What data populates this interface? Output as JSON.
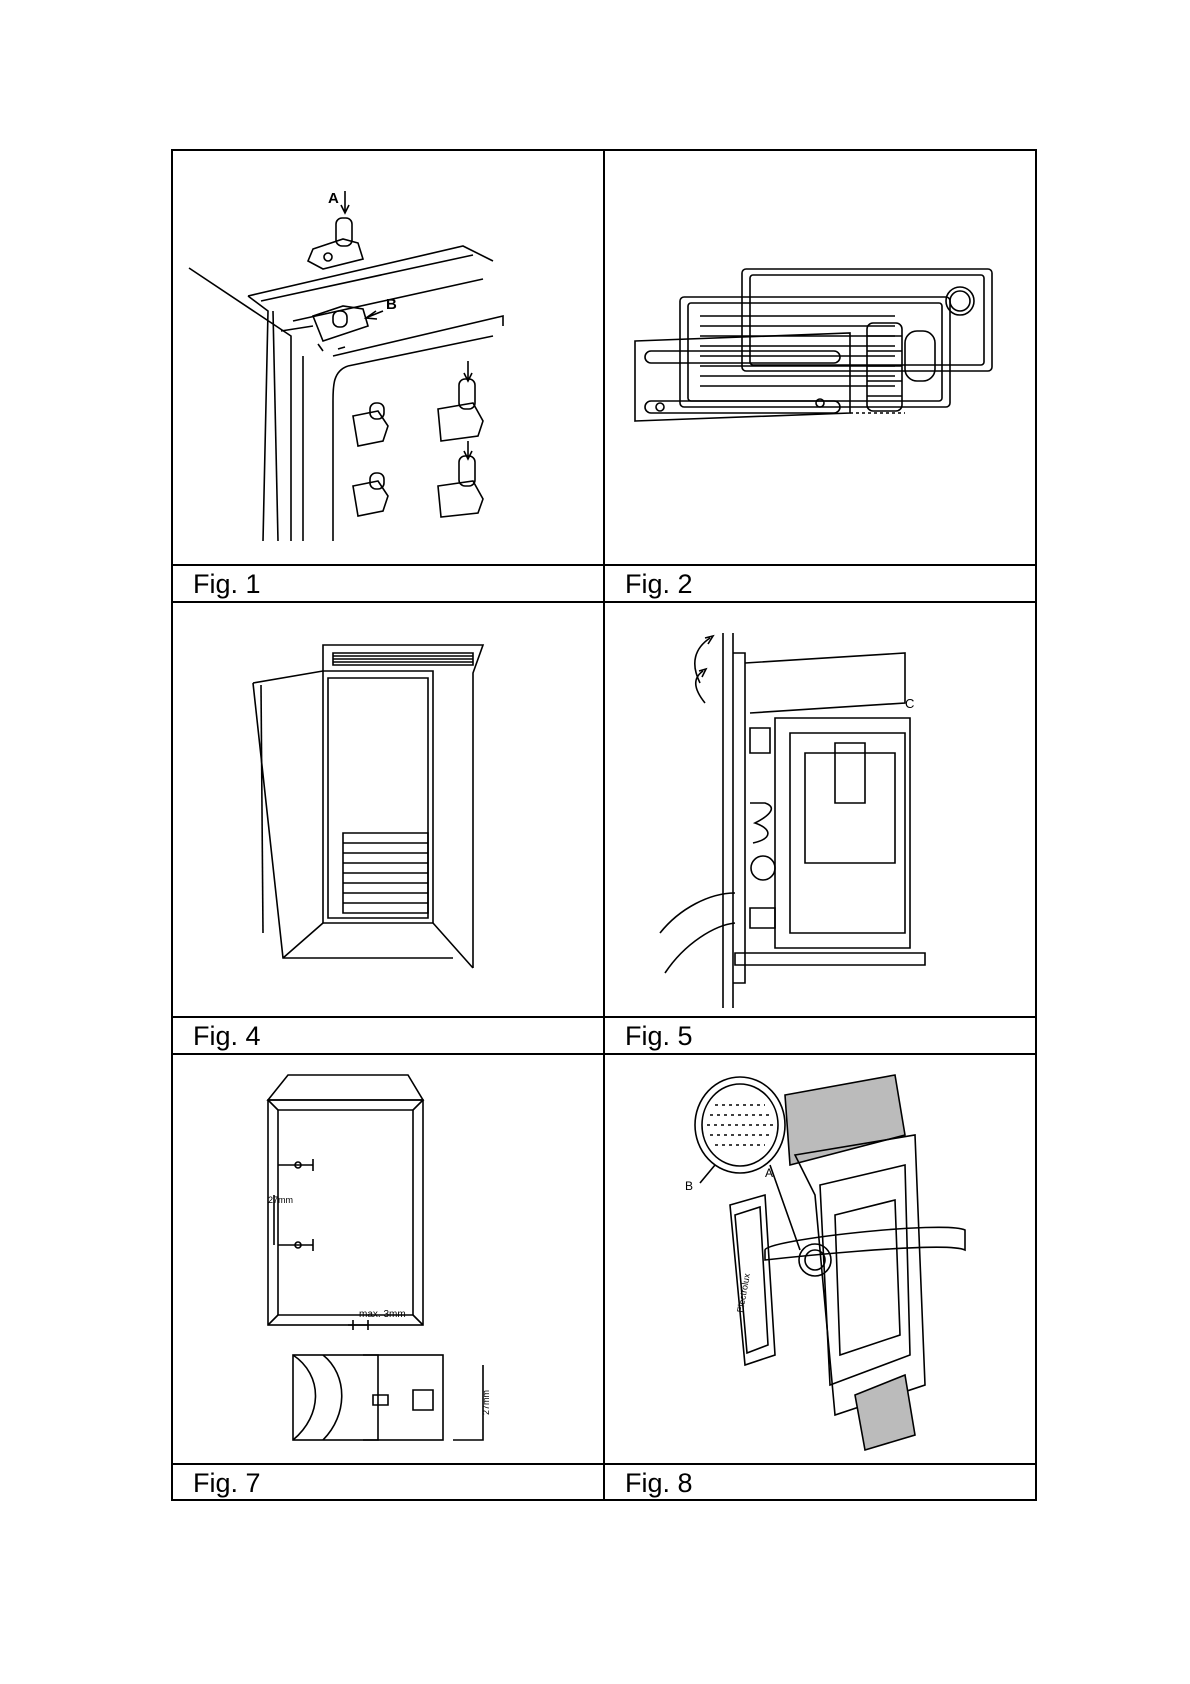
{
  "figures": [
    {
      "caption": "Fig. 1",
      "labels": {
        "a": "A",
        "b": "B"
      }
    },
    {
      "caption": "Fig. 2"
    },
    {
      "caption": "Fig. 4"
    },
    {
      "caption": "Fig. 5",
      "labels": {
        "c": "C"
      }
    },
    {
      "caption": "Fig. 7",
      "labels": {
        "dim_27": "27mm",
        "max": "max. 3mm",
        "dim_27b": "27mm"
      }
    },
    {
      "caption": "Fig. 8",
      "labels": {
        "a": "A",
        "b": "B",
        "brand": "Electrolux"
      }
    }
  ]
}
